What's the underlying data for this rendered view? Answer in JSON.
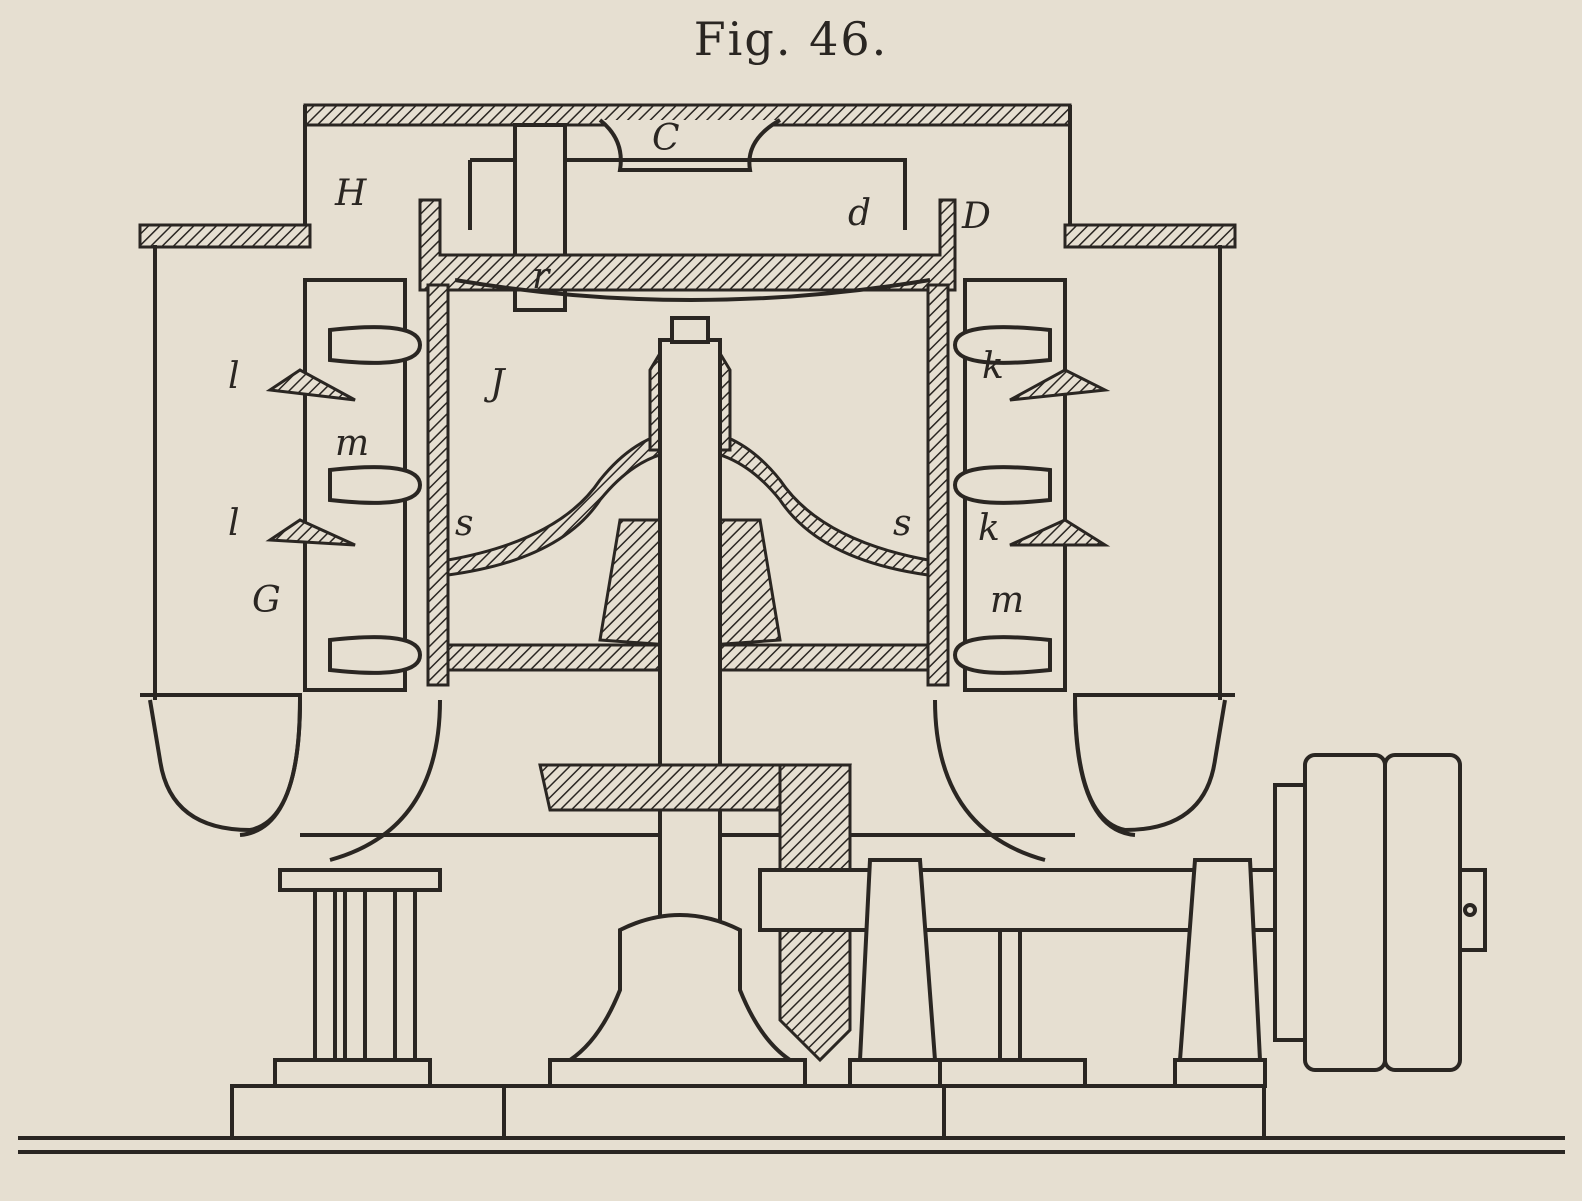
{
  "figure": {
    "title": "Fig. 46.",
    "labels": {
      "C": "C",
      "H": "H",
      "d": "d",
      "D": "D",
      "r": "r",
      "J": "J",
      "l_upper": "l",
      "l_lower": "l",
      "k_upper": "k",
      "k_lower": "k",
      "m_left": "m",
      "m_right": "m",
      "s_left": "s",
      "s_right": "s",
      "G": "G"
    }
  },
  "colors": {
    "paper": "#e6dfd1",
    "ink": "#2a2622"
  }
}
